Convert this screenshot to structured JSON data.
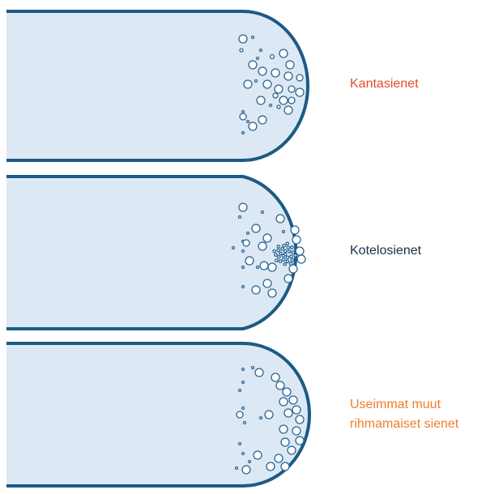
{
  "diagram": {
    "panels": [
      {
        "label": "Kantasienet",
        "label_color": "#e64a2e",
        "pattern": "scattered-bubbles"
      },
      {
        "label": "Kotelosienet",
        "label_color": "#1a2f4a",
        "pattern": "central-cluster"
      },
      {
        "label": "Useimmat muut rihmamaiset sienet",
        "label_color": "#ef7d2a",
        "pattern": "dense-tip-bubbles"
      }
    ],
    "colors": {
      "hypha_fill": "#dce9f4",
      "hypha_stroke": "#1d5a86",
      "bubble_fill": "#ffffff",
      "bubble_stroke": "#2a6593"
    }
  }
}
